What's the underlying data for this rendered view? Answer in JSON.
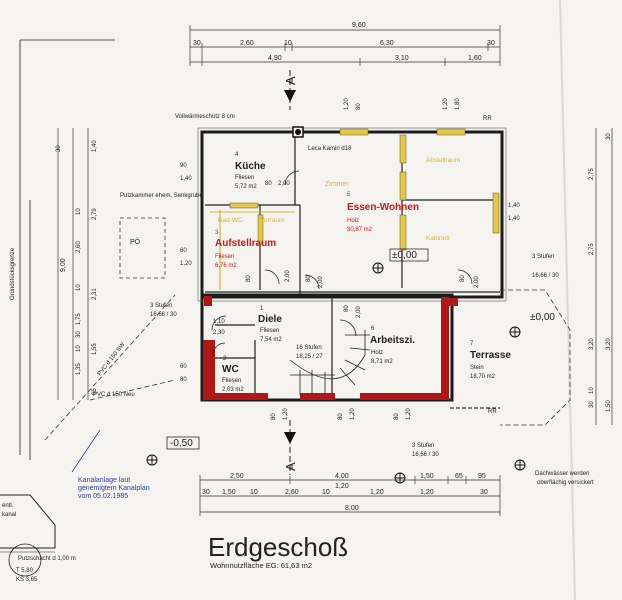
{
  "plan": {
    "title": "Erdgeschoß",
    "subtitle": "Wohnnutzfläche EG: 61,63 m2",
    "top_dims": {
      "overall": "9,60",
      "row1": [
        "30",
        "2,60",
        "10",
        "6,30",
        "30"
      ],
      "row2": [
        "4,90",
        "3,10",
        "1,60"
      ]
    },
    "bottom_dims": {
      "row1": [
        "2,50",
        "4,00",
        "1,50",
        "65",
        "95"
      ],
      "row2": [
        "30",
        "1,50",
        "10",
        "2,60",
        "10",
        "1,20",
        "1,20",
        "30"
      ],
      "row3": [
        "1,20"
      ],
      "overall": "8,00"
    },
    "left_dims": [
      "30",
      "1,40",
      "2,79",
      "10",
      "2,60",
      "2,31",
      "10",
      "1,75",
      "30",
      "1,55",
      "1,35",
      "10",
      "9,00",
      "95"
    ],
    "right_dims": [
      "2,75",
      "2,75",
      "3,20",
      "3,20",
      "30",
      "30",
      "1,50",
      "10"
    ],
    "rooms": [
      {
        "num": "4",
        "name": "Küche",
        "floor": "Fliesen",
        "area": "5,72 m2"
      },
      {
        "num": "5",
        "name": "Essen-Wohnen",
        "floor": "Holz",
        "area": "30,87 m2"
      },
      {
        "num": "3",
        "name": "Aufstellraum",
        "floor": "Fliesen",
        "area": "6,76 m2"
      },
      {
        "num": "1",
        "name": "Diele",
        "floor": "Fliesen",
        "area": "7,54 m2"
      },
      {
        "num": "2",
        "name": "WC",
        "floor": "Fliesen",
        "area": "2,03 m2"
      },
      {
        "num": "6",
        "name": "Arbeitszi.",
        "floor": "Holz",
        "area": "8,71 m2"
      },
      {
        "num": "7",
        "name": "Terrasse",
        "floor": "Stein",
        "area": "18,70 m2"
      }
    ],
    "yellow_labels": [
      "Zimmer",
      "Abstellraum",
      "Kabinett",
      "Bad-WC",
      "Vorraum"
    ],
    "annotations": {
      "vollwarme": "Vollwärmeschutz 8 cm",
      "kamin": "Leca Kamin d18",
      "putzkammer": "Putzkammer ehem. Senkgrube",
      "po": "PÖ",
      "grenze": "Grundstücksgrenze",
      "pvc_sw": "PVC d 150 SW",
      "pvc_neu": "PVC d 150 Neu",
      "stufen_left": "3 Stufen",
      "stufen_left_dim": "16,66 / 30",
      "stufen_right": "3 Stufen",
      "stufen_right_dim": "16,66 / 30",
      "stufen_bottom": "3 Stufen",
      "stufen_bottom_dim": "16,66 / 30",
      "stufen16": "16 Stufen",
      "stufen16_dim": "18,25 / 27",
      "level0_main": "±0,00",
      "level0_terr": "±0,00",
      "level_neg": "-0,50",
      "kanal1": "Kanalanlage laut",
      "kanal2": "genemigtem Kanalplan",
      "kanal3": "vom 05.02.1985",
      "dach1": "Dachwässer werden",
      "dach2": "oberflächig versickert",
      "putzschacht": "Putzschacht d 1,00 m",
      "t": "T      5,80",
      "ks": "KS   3,65",
      "enti": "entl.",
      "kanal": "kanal",
      "rr1": "RR",
      "rr2": "RR",
      "section": "A"
    },
    "window_dims": {
      "w1": "1,20",
      "w2": "80",
      "w3": "1,20",
      "w4": "1,80",
      "k90": "90",
      "k140": "1,40",
      "a60": "60",
      "a120": "1,20",
      "e140a": "1,40",
      "e140b": "1,40",
      "d80a": "80",
      "d200a": "2,00",
      "d80b": "80",
      "d200b": "2,00",
      "d80c": "80",
      "d200c": "2,00",
      "d80d": "80",
      "d200d": "2,00",
      "d80e": "80",
      "d200e": "2,00",
      "wc60": "60",
      "wc80": "80",
      "d110": "1,10",
      "d230": "2,30",
      "b80a": "80",
      "b120a": "1,20",
      "b80b": "80",
      "b120b": "1,20",
      "b80c": "80",
      "b120c": "1,20"
    }
  }
}
